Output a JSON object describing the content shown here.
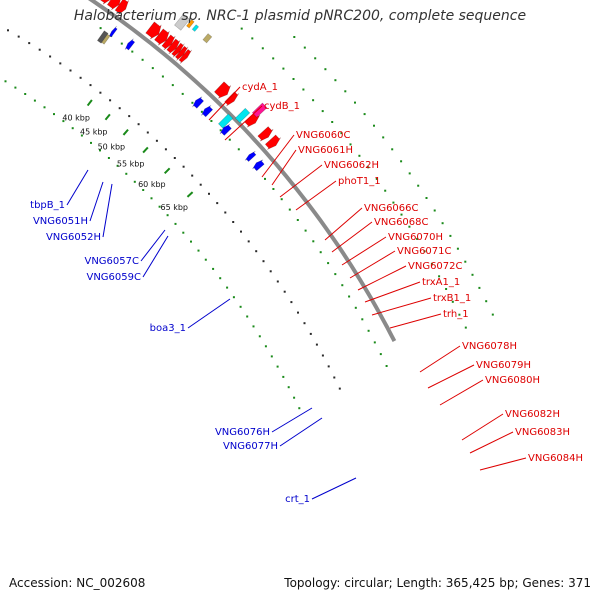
{
  "title": "Halobacterium sp. NRC-1 plasmid pNRC200, complete sequence",
  "accession": "Accession: NC_002608",
  "topology": "Topology: circular; Length: 365,425 bp; Genes: 371",
  "colors": {
    "forward": "#ff0000",
    "reverse": "#0000ff",
    "backbone": "#888888",
    "ticks": "#1a8a1a",
    "rna": "#00e5ee",
    "misc": "#ff1493"
  },
  "kbp_ticks": [
    {
      "label": "40 kbp"
    },
    {
      "label": "45 kbp"
    },
    {
      "label": "50 kbp"
    },
    {
      "label": "55 kbp"
    },
    {
      "label": "60 kbp"
    },
    {
      "label": "65 kbp"
    }
  ],
  "reverse_labels": [
    {
      "text": "tbpB_1"
    },
    {
      "text": "VNG6051H"
    },
    {
      "text": "VNG6052H"
    },
    {
      "text": "VNG6057C"
    },
    {
      "text": "VNG6059C"
    },
    {
      "text": "boa3_1"
    },
    {
      "text": "VNG6076H"
    },
    {
      "text": "VNG6077H"
    },
    {
      "text": "crt_1"
    }
  ],
  "forward_labels": [
    {
      "text": "cydA_1"
    },
    {
      "text": "cydB_1"
    },
    {
      "text": "VNG6060C"
    },
    {
      "text": "VNG6061H"
    },
    {
      "text": "VNG6062H"
    },
    {
      "text": "phoT1_1"
    },
    {
      "text": "VNG6066C"
    },
    {
      "text": "VNG6068C"
    },
    {
      "text": "VNG6070H"
    },
    {
      "text": "VNG6071C"
    },
    {
      "text": "VNG6072C"
    },
    {
      "text": "trxA1_1"
    },
    {
      "text": "trxB1_1"
    },
    {
      "text": "trh_1"
    },
    {
      "text": "VNG6078H"
    },
    {
      "text": "VNG6079H"
    },
    {
      "text": "VNG6080H"
    },
    {
      "text": "VNG6082H"
    },
    {
      "text": "VNG6083H"
    },
    {
      "text": "VNG6084H"
    }
  ]
}
